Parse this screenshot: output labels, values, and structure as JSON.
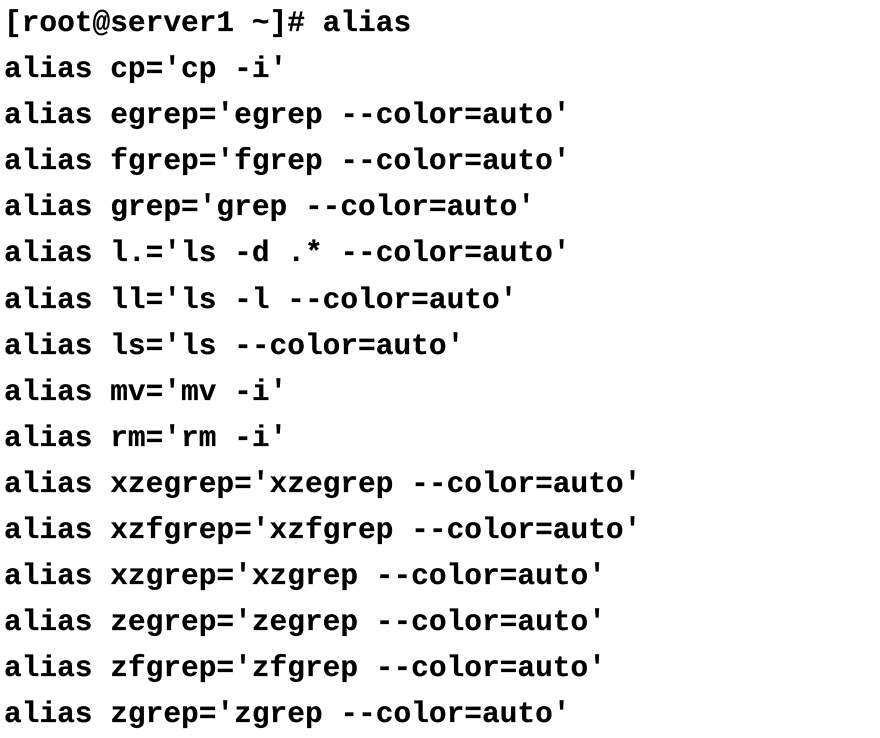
{
  "terminal": {
    "lines": [
      "[root@server1 ~]# alias",
      "alias cp='cp -i'",
      "alias egrep='egrep --color=auto'",
      "alias fgrep='fgrep --color=auto'",
      "alias grep='grep --color=auto'",
      "alias l.='ls -d .* --color=auto'",
      "alias ll='ls -l --color=auto'",
      "alias ls='ls --color=auto'",
      "alias mv='mv -i'",
      "alias rm='rm -i'",
      "alias xzegrep='xzegrep --color=auto'",
      "alias xzfgrep='xzfgrep --color=auto'",
      "alias xzgrep='xzgrep --color=auto'",
      "alias zegrep='zegrep --color=auto'",
      "alias zfgrep='zfgrep --color=auto'",
      "alias zgrep='zgrep --color=auto'"
    ]
  }
}
